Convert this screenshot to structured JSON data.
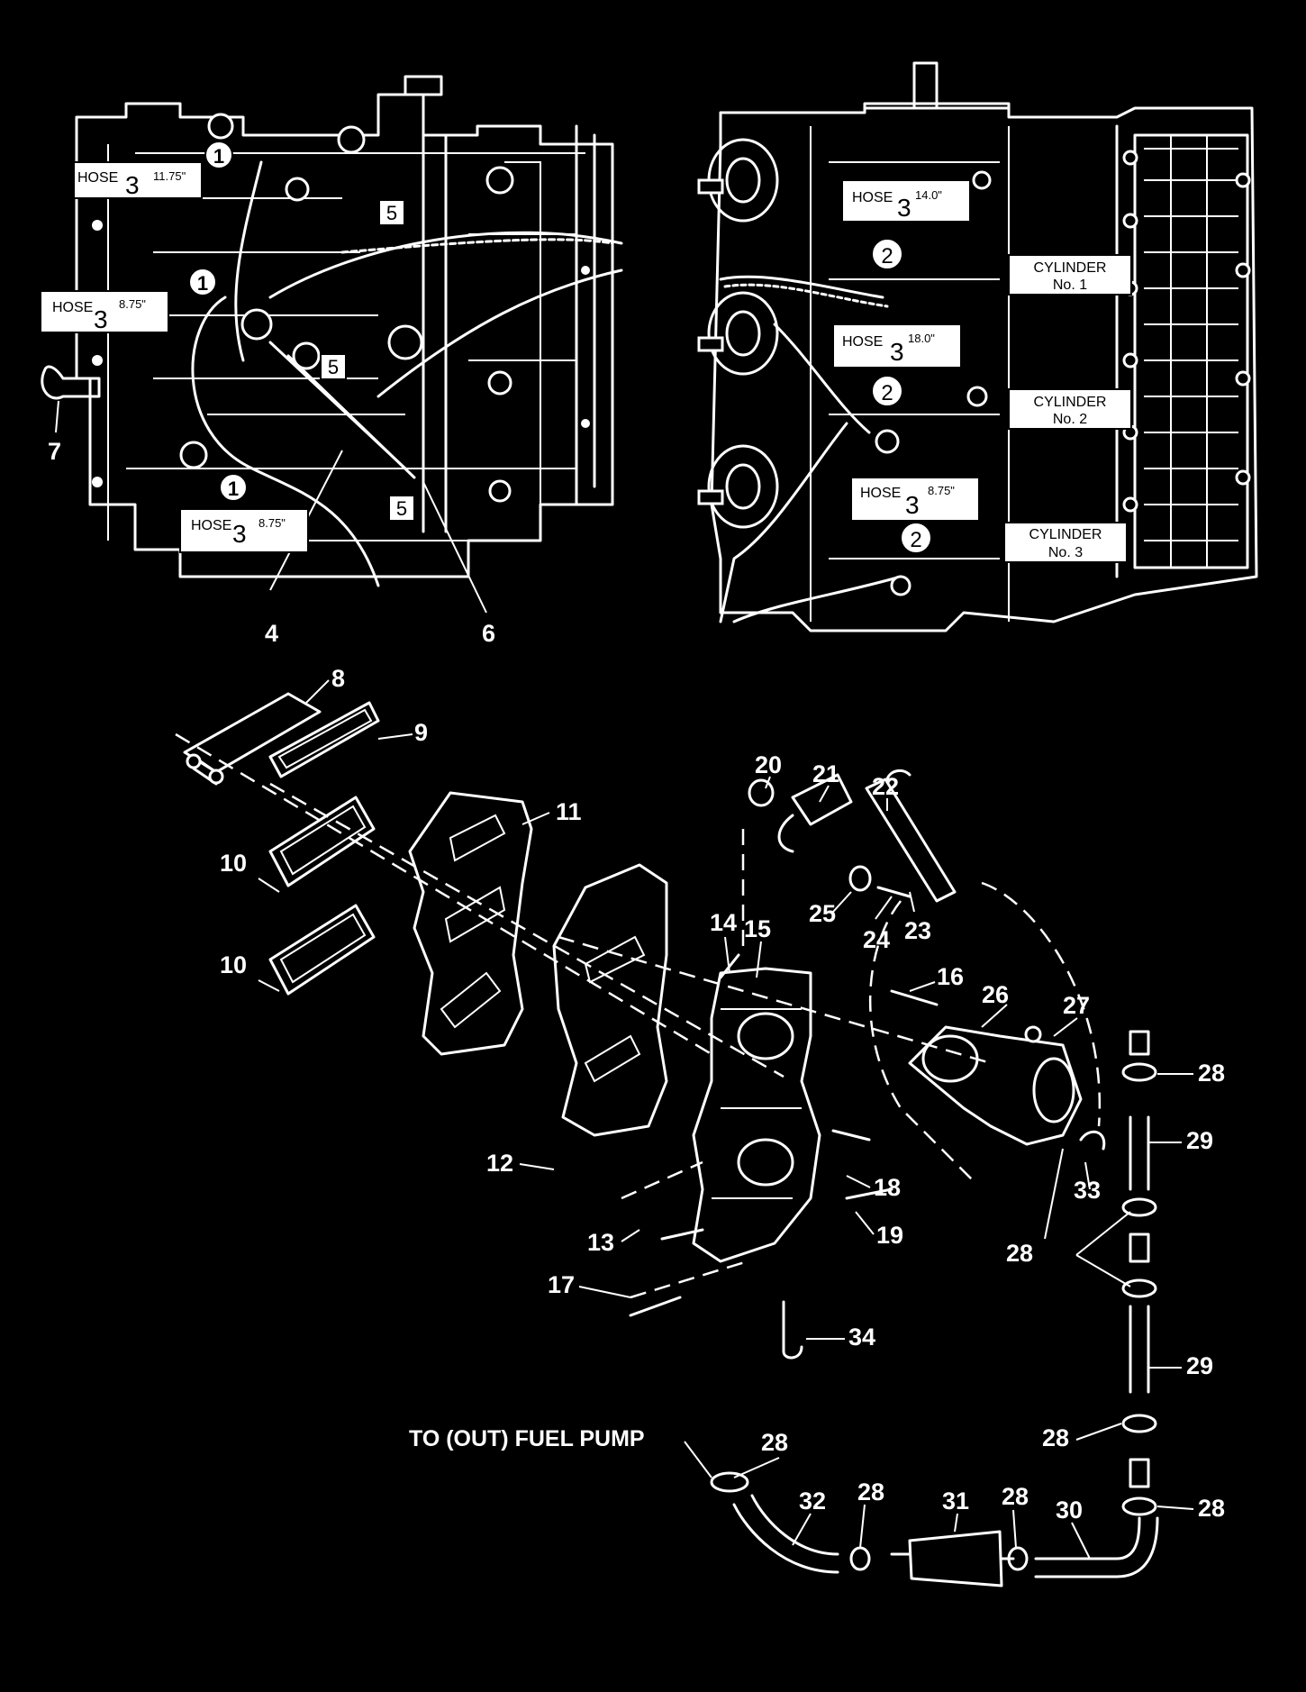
{
  "hose_labels": [
    {
      "word": "HOSE",
      "num": "3",
      "len": "11.75\""
    },
    {
      "word": "HOSE",
      "num": "3",
      "len": "8.75\""
    },
    {
      "word": "HOSE",
      "num": "3",
      "len": "8.75\""
    },
    {
      "word": "HOSE",
      "num": "3",
      "len": "14.0\""
    },
    {
      "word": "HOSE",
      "num": "3",
      "len": "18.0\""
    },
    {
      "word": "HOSE",
      "num": "3",
      "len": "8.75\""
    }
  ],
  "cylinder_labels": [
    {
      "line1": "CYLINDER",
      "line2": "No. 1"
    },
    {
      "line1": "CYLINDER",
      "line2": "No. 2"
    },
    {
      "line1": "CYLINDER",
      "line2": "No. 3"
    }
  ],
  "circle_markers": [
    "1",
    "1",
    "1",
    "2",
    "2",
    "2"
  ],
  "square_markers": [
    "5",
    "5",
    "5"
  ],
  "callout_text": "TO (OUT) FUEL PUMP",
  "part_numbers": [
    "7",
    "4",
    "6",
    "8",
    "9",
    "10",
    "10",
    "11",
    "12",
    "13",
    "14",
    "15",
    "16",
    "17",
    "18",
    "19",
    "20",
    "21",
    "22",
    "23",
    "24",
    "25",
    "26",
    "27",
    "28",
    "28",
    "28",
    "28",
    "28",
    "28",
    "28",
    "29",
    "29",
    "30",
    "31",
    "32",
    "33",
    "34"
  ]
}
